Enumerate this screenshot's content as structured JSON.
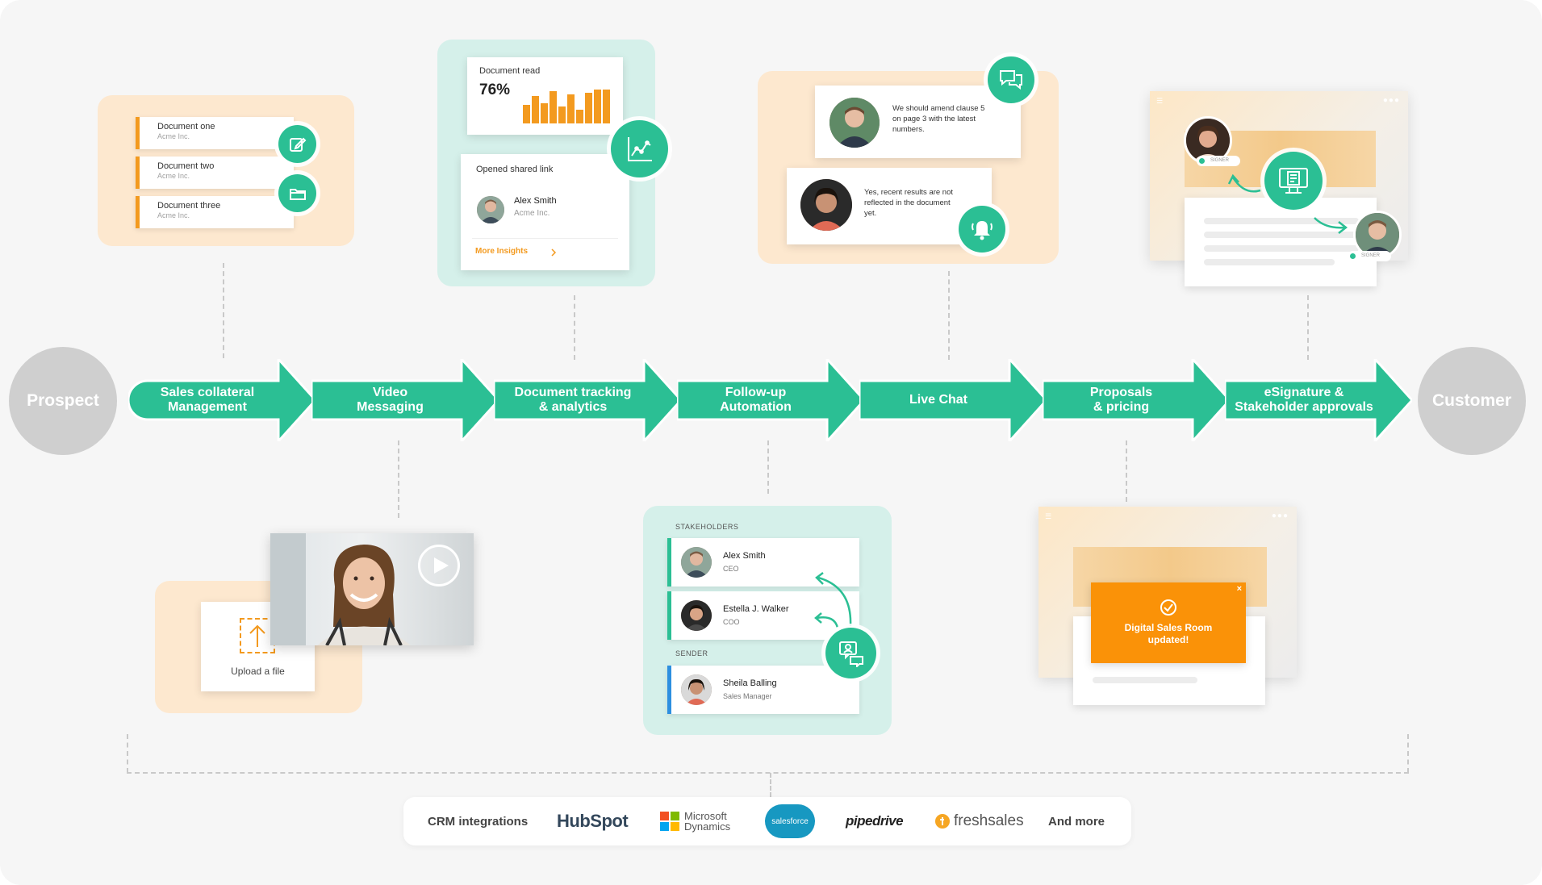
{
  "endpoints": {
    "start": "Prospect",
    "end": "Customer"
  },
  "stages": [
    {
      "label": "Sales collateral\nManagement"
    },
    {
      "label": "Video\nMessaging"
    },
    {
      "label": "Document tracking\n& analytics"
    },
    {
      "label": "Follow-up\nAutomation"
    },
    {
      "label": "Live Chat"
    },
    {
      "label": "Proposals\n& pricing"
    },
    {
      "label": "eSignature &\nStakeholder approvals"
    }
  ],
  "colors": {
    "accent": "#2bbf94",
    "orange": "#f39a1f",
    "peach": "#fde8cf",
    "mint": "#d5f0ea",
    "endpoint": "#cfcfcf"
  },
  "collateral": {
    "documents": [
      {
        "title": "Document one",
        "company": "Acme Inc."
      },
      {
        "title": "Document two",
        "company": "Acme Inc."
      },
      {
        "title": "Document three",
        "company": "Acme Inc."
      }
    ],
    "icons": [
      "edit-icon",
      "folder-icon"
    ]
  },
  "video": {
    "upload_label": "Upload a file",
    "icons": [
      "upload-icon",
      "play-icon"
    ]
  },
  "tracking": {
    "doc_read_label": "Document read",
    "doc_read_value": "76%",
    "doc_read_bars": [
      0.55,
      0.8,
      0.6,
      0.95,
      0.5,
      0.85,
      0.4,
      0.9,
      1.0,
      1.0
    ],
    "link_label": "Opened shared link",
    "person_name": "Alex Smith",
    "person_company": "Acme Inc.",
    "more_label": "More Insights",
    "icons": [
      "analytics-chart-icon",
      "chevron-right-icon"
    ]
  },
  "followup": {
    "stakeholders_label": "STAKEHOLDERS",
    "stakeholders": [
      {
        "name": "Alex Smith",
        "role": "CEO"
      },
      {
        "name": "Estella J. Walker",
        "role": "COO"
      }
    ],
    "sender_label": "SENDER",
    "sender": {
      "name": "Sheila Balling",
      "role": "Sales Manager"
    },
    "icons": [
      "stakeholder-chat-icon"
    ]
  },
  "chat": {
    "messages": [
      {
        "text": "We should amend clause 5\non page 3 with the latest\nnumbers."
      },
      {
        "text": "Yes, recent results are not\nreflected in the document\nyet."
      }
    ],
    "icons": [
      "chat-bubbles-icon",
      "bell-icon"
    ]
  },
  "proposals": {
    "toast": "Digital Sales Room\nupdated!",
    "icons": [
      "check-circle-icon",
      "close-icon"
    ]
  },
  "esign": {
    "signer_label": "SIGNER",
    "icons": [
      "contract-signing-icon"
    ]
  },
  "crm": {
    "label": "CRM integrations",
    "logos": [
      "HubSpot",
      "Microsoft\nDynamics",
      "salesforce",
      "pipedrive",
      "freshsales"
    ],
    "more": "And more"
  }
}
